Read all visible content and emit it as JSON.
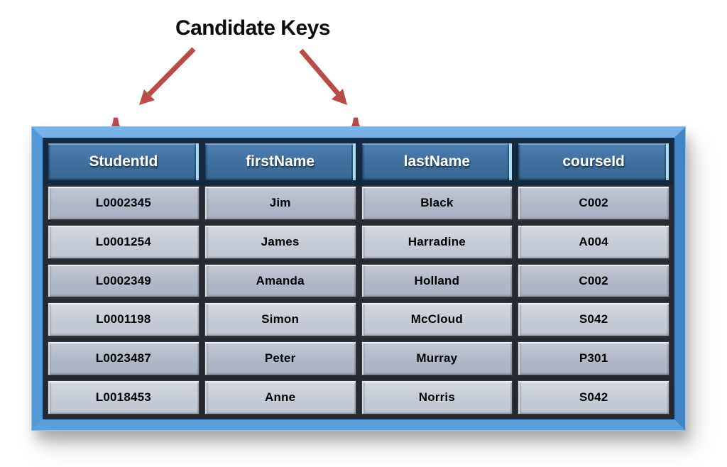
{
  "annotation": {
    "title": "Candidate Keys",
    "arrow_color": "#bb4b47",
    "brace_color": "#b84a47"
  },
  "table": {
    "headers": [
      "StudentId",
      "firstName",
      "lastName",
      "courseId"
    ],
    "rows": [
      [
        "L0002345",
        "Jim",
        "Black",
        "C002"
      ],
      [
        "L0001254",
        "James",
        "Harradine",
        "A004"
      ],
      [
        "L0002349",
        "Amanda",
        "Holland",
        "C002"
      ],
      [
        "L0001198",
        "Simon",
        "McCloud",
        "S042"
      ],
      [
        "L0023487",
        "Peter",
        "Murray",
        "P301"
      ],
      [
        "L0018453",
        "Anne",
        "Norris",
        "S042"
      ]
    ],
    "colors": {
      "frame_blue": "#549ad9",
      "header_blue": "#41719f",
      "header_text": "#ffffff",
      "row_dark": "#b1b9c7",
      "row_light": "#c6ccd6",
      "grid_background": "#27292f"
    }
  }
}
